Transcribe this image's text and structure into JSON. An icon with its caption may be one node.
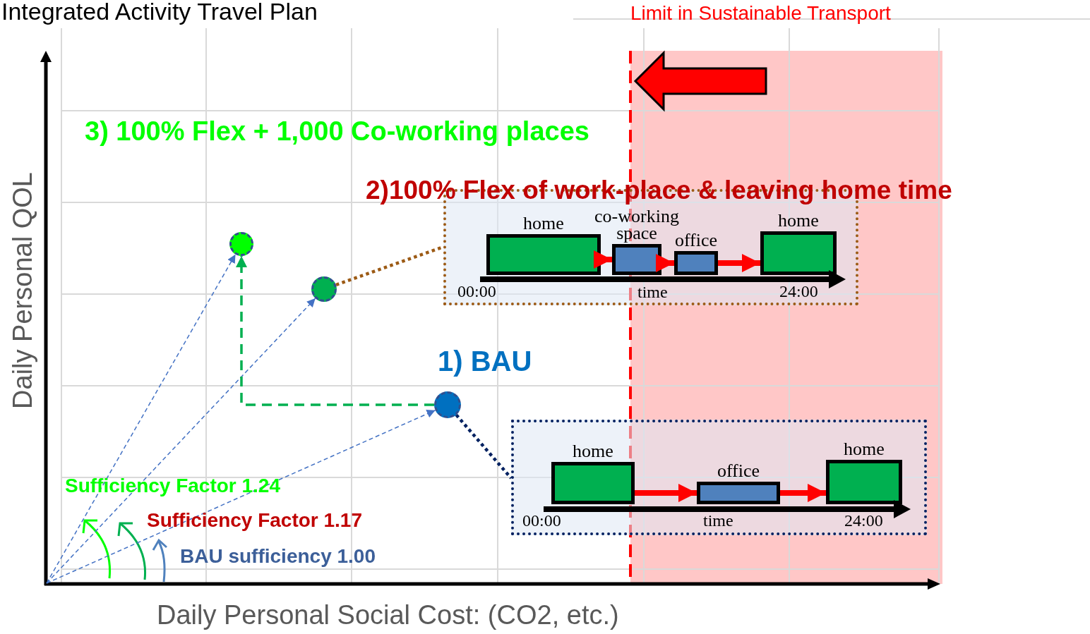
{
  "diagram": {
    "title": "Integrated Activity  Travel Plan",
    "nodes": [
      {
        "text": [],
        "shape": "circle"
      },
      {
        "text": [],
        "shape": "circle"
      },
      {
        "text": [],
        "shape": "circle"
      },
      {
        "text": [],
        "shape": "box"
      },
      {
        "text": [
          "home"
        ],
        "in": 3
      },
      {
        "text": [
          "co-working space"
        ],
        "in": 3
      },
      {
        "text": [
          "office"
        ],
        "in": 3
      },
      {
        "text": [
          "home"
        ],
        "in": 3
      },
      {
        "text": [],
        "shape": "box"
      },
      {
        "text": [
          "home"
        ],
        "in": 8
      },
      {
        "text": [
          "office"
        ],
        "in": 8
      },
      {
        "text": [
          "home"
        ],
        "in": 8
      }
    ],
    "edges": [
      {
        "from": 4,
        "to": 5,
        "arrow": "to"
      },
      {
        "from": 5,
        "to": 6,
        "arrow": "to"
      },
      {
        "from": 6,
        "to": 7,
        "arrow": "to"
      },
      {
        "from": 9,
        "to": 10,
        "arrow": "to"
      },
      {
        "from": 10,
        "to": 11,
        "arrow": "to"
      },
      {
        "from": null,
        "to": 0,
        "arrow": "to",
        "style": "dashed",
        "color": "#4472c4"
      },
      {
        "from": null,
        "to": 1,
        "arrow": "to",
        "style": "dashed",
        "color": "#4472c4"
      },
      {
        "from": null,
        "to": 2,
        "arrow": "to",
        "style": "dashed",
        "color": "#4472c4"
      },
      {
        "from": 2,
        "to": 0,
        "arrow": "to",
        "style": "dashed",
        "color": "#00b050"
      },
      {
        "from": 1,
        "to": 3,
        "arrow": "none",
        "style": "dashed",
        "color": "#9c5a14"
      },
      {
        "from": 2,
        "to": 8,
        "arrow": "none",
        "style": "dashed",
        "color": "#002060"
      }
    ],
    "labels": [
      "Limit in Sustainable Transport",
      "3) 100% Flex + 1,000 Co-working places",
      "2)100% Flex of work-place & leaving home time",
      "00:00",
      "time",
      "24:00",
      "1) BAU",
      "00:00",
      "time",
      "24:00",
      "Sufficiency Factor 1.24",
      "Sufficiency Factor 1.17",
      "BAU sufficiency 1.00",
      "Daily Personal QOL",
      "Daily Personal Social Cost: (CO2, etc.)"
    ]
  }
}
